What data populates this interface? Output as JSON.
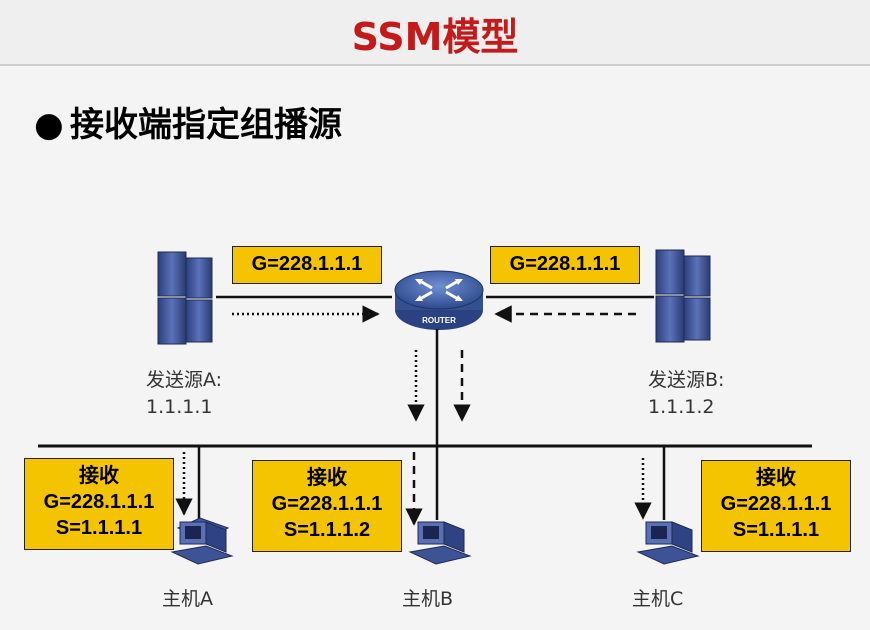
{
  "slide": {
    "title": "SSM模型",
    "bullet_symbol": "●",
    "bullet_text": "接收端指定组播源"
  },
  "group_boxes": {
    "left": "G=228.1.1.1",
    "right": "G=228.1.1.1"
  },
  "router": {
    "label": "ROUTER"
  },
  "sources": {
    "a": {
      "name": "发送源A:",
      "ip": "1.1.1.1"
    },
    "b": {
      "name": "发送源B:",
      "ip": "1.1.1.2"
    }
  },
  "receivers": {
    "a": {
      "title": "接收",
      "group": "G=228.1.1.1",
      "source": "S=1.1.1.1",
      "host": "主机A"
    },
    "b": {
      "title": "接收",
      "group": "G=228.1.1.1",
      "source": "S=1.1.1.2",
      "host": "主机B"
    },
    "c": {
      "title": "接收",
      "group": "G=228.1.1.1",
      "source": "S=1.1.1.1",
      "host": "主机C"
    }
  },
  "colors": {
    "title": "#c41a1a",
    "box_fill": "#f4c400",
    "server": "#3a4f94",
    "router": "#3d5a9e"
  }
}
